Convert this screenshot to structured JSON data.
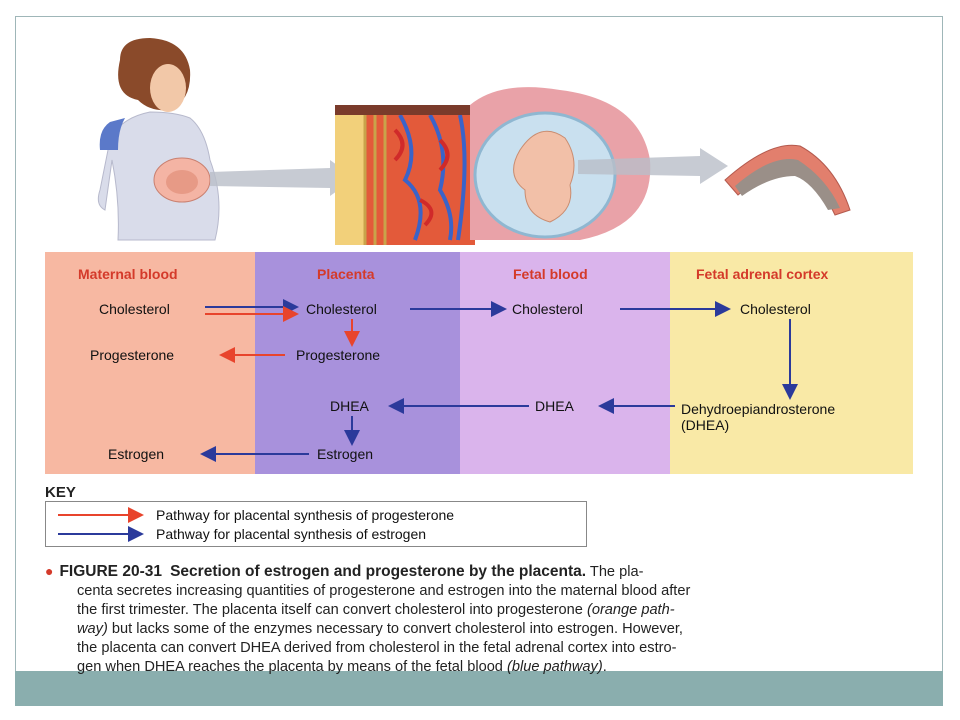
{
  "colors": {
    "progesterone_arrow": "#e8442c",
    "estrogen_arrow": "#2b3a9b",
    "maternal_bg": "#f7b8a2",
    "placenta_bg": "#a891dc",
    "fetal_blood_bg": "#dab4ec",
    "fetal_adrenal_bg": "#f9e9a6",
    "header_text": "#d43a2a",
    "footer_bar": "#8aaeae"
  },
  "columns": {
    "maternal": "Maternal blood",
    "placenta": "Placenta",
    "fetal_blood": "Fetal blood",
    "fetal_adrenal": "Fetal adrenal cortex"
  },
  "nodes": {
    "maternal_cholesterol": "Cholesterol",
    "maternal_progesterone": "Progesterone",
    "maternal_estrogen": "Estrogen",
    "placenta_cholesterol": "Cholesterol",
    "placenta_progesterone": "Progesterone",
    "placenta_dhea": "DHEA",
    "placenta_estrogen": "Estrogen",
    "fetal_cholesterol": "Cholesterol",
    "fetal_dhea": "DHEA",
    "adrenal_cholesterol": "Cholesterol",
    "adrenal_dhea_line1": "Dehydroepiandrosterone",
    "adrenal_dhea_line2": "(DHEA)"
  },
  "key": {
    "title": "KEY",
    "progesterone": "Pathway for placental synthesis of progesterone",
    "estrogen": "Pathway for placental synthesis of estrogen"
  },
  "caption": {
    "figure": "FIGURE 20-31",
    "title": "Secretion of estrogen and progesterone by the placenta.",
    "t1": " The pla-",
    "l2": "centa secretes increasing quantities of progesterone and estrogen into the maternal blood after",
    "l3": "the first trimester. The placenta itself can convert cholesterol into progesterone ",
    "l3i": "(orange path-",
    "l4i": "way)",
    "l4": " but lacks some of the enzymes necessary to convert cholesterol into estrogen. However,",
    "l5": "the placenta can convert DHEA derived from cholesterol in the fetal adrenal cortex into estro-",
    "l6": "gen when DHEA reaches the placenta by means of the fetal blood ",
    "l6i": "(blue pathway)",
    "l6end": "."
  },
  "icons": [
    "pregnant-woman-illustration",
    "placenta-tissue-illustration",
    "fetus-in-uterus-illustration",
    "adrenal-gland-illustration"
  ]
}
